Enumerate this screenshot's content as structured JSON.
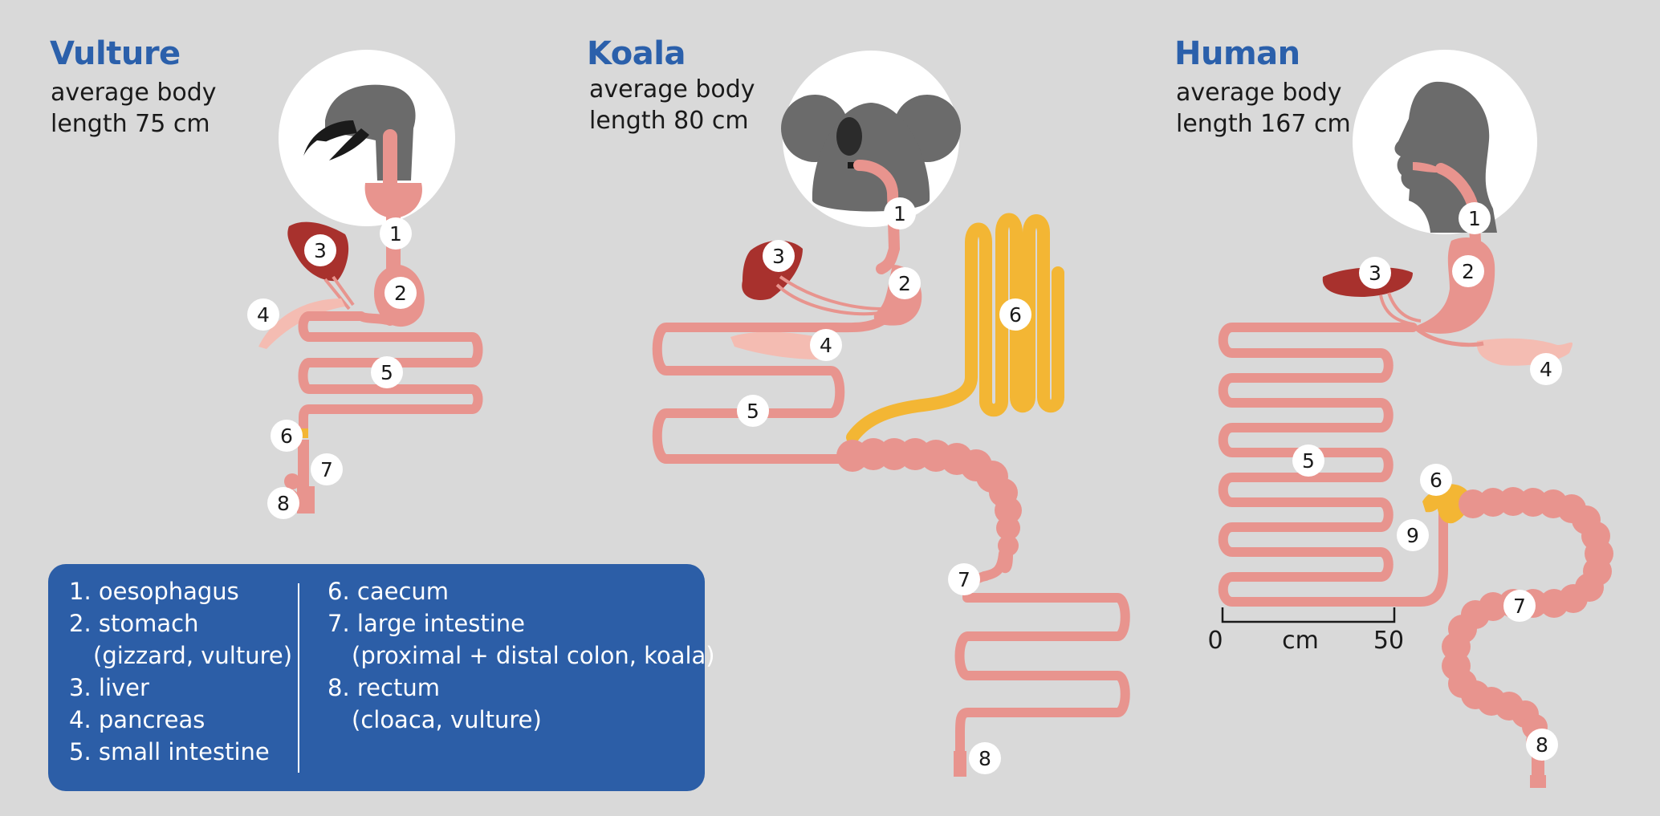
{
  "panels": [
    {
      "title": "Vulture",
      "subtitle_line1": "average body",
      "subtitle_line2": "length 75 cm"
    },
    {
      "title": "Koala",
      "subtitle_line1": "average body",
      "subtitle_line2": "length 80 cm"
    },
    {
      "title": "Human",
      "subtitle_line1": "average body",
      "subtitle_line2": "length 167 cm"
    }
  ],
  "markers": {
    "vulture": [
      "1",
      "2",
      "3",
      "4",
      "5",
      "6",
      "7",
      "8"
    ],
    "koala": [
      "1",
      "2",
      "3",
      "4",
      "5",
      "6",
      "7",
      "8"
    ],
    "human": [
      "1",
      "2",
      "3",
      "4",
      "5",
      "6",
      "7",
      "8",
      "9"
    ]
  },
  "scale_bar": {
    "start": "0",
    "unit": "cm",
    "end": "50"
  },
  "legend": {
    "col1": [
      {
        "text": "1. oesophagus",
        "indent": false
      },
      {
        "text": "2. stomach",
        "indent": false
      },
      {
        "text": "(gizzard, vulture)",
        "indent": true
      },
      {
        "text": "3. liver",
        "indent": false
      },
      {
        "text": "4. pancreas",
        "indent": false
      },
      {
        "text": "5. small intestine",
        "indent": false
      }
    ],
    "col2": [
      {
        "text": "6. caecum",
        "indent": false
      },
      {
        "text": "7. large intestine",
        "indent": false
      },
      {
        "text": "(proximal + distal colon, koala)",
        "indent": true
      },
      {
        "text": "8. rectum",
        "indent": false
      },
      {
        "text": "(cloaca, vulture)",
        "indent": true
      }
    ]
  },
  "colors": {
    "background": "#d9d9d9",
    "title": "#2b60ab",
    "gut": "#e8948e",
    "liver": "#a8312d",
    "pancreas": "#f4bcb2",
    "caecum": "#f3b634",
    "head": "#6b6b6b",
    "legend_bg": "#2c5ea7"
  }
}
